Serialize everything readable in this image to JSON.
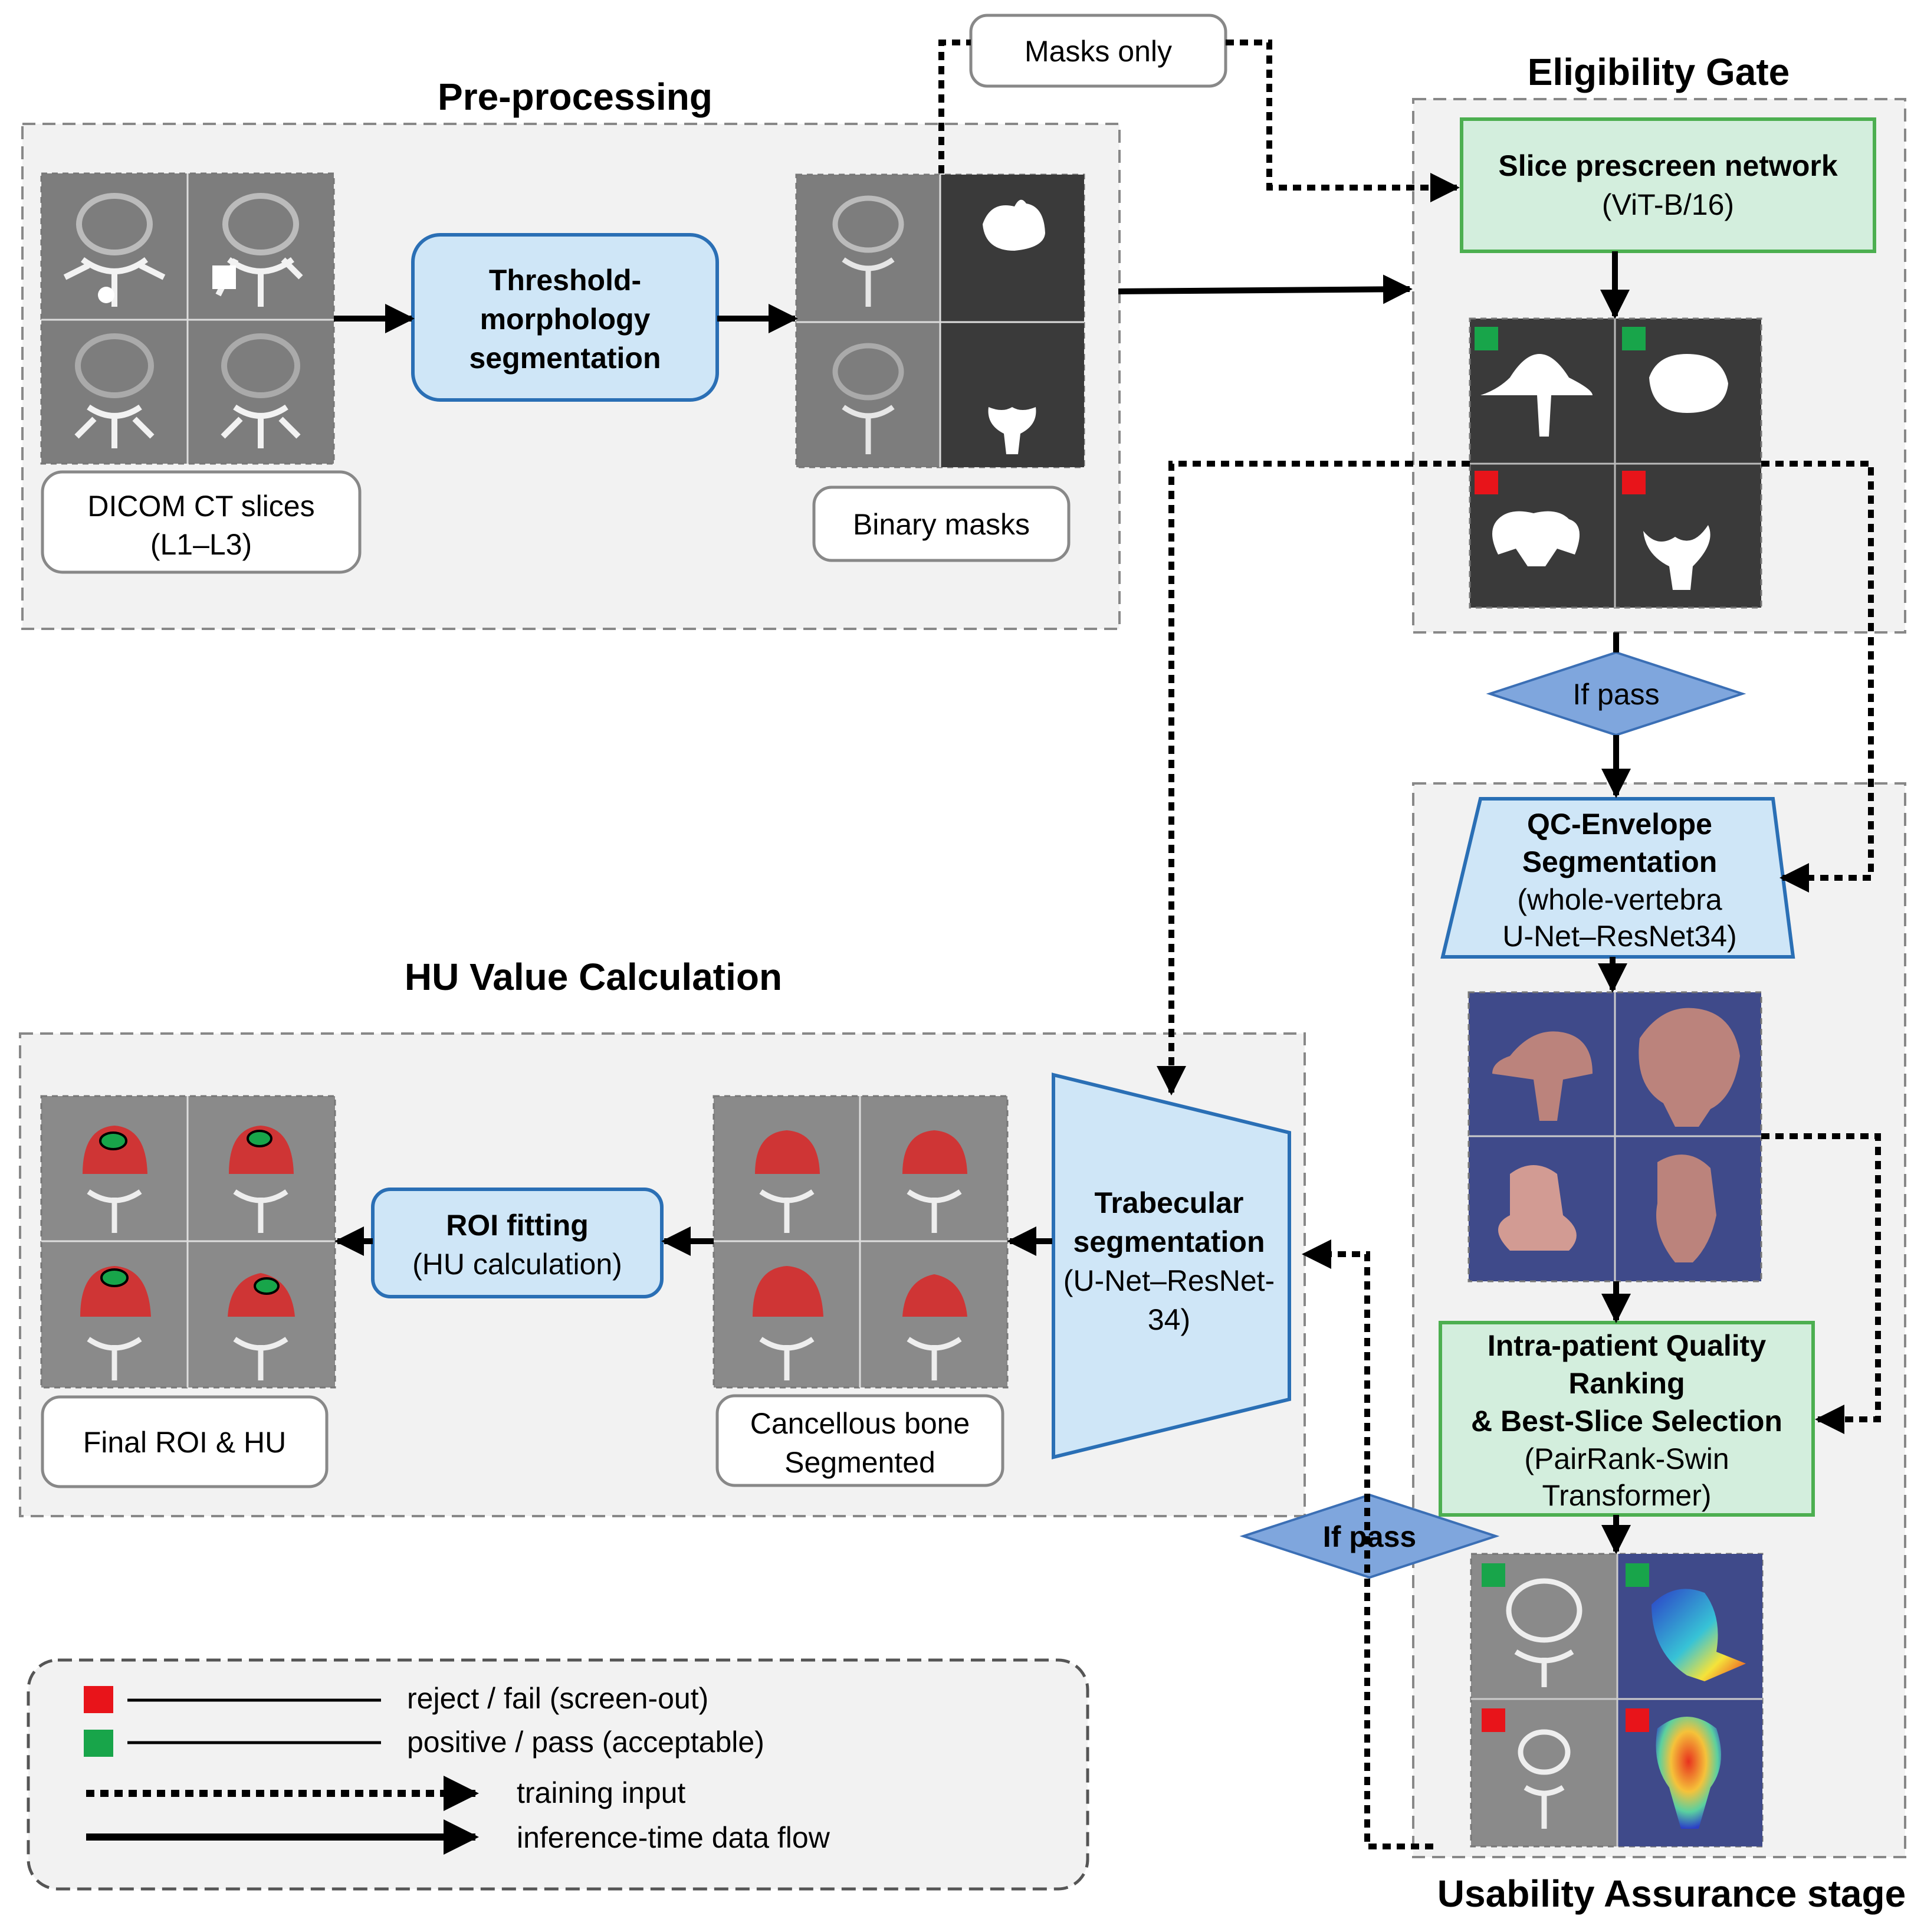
{
  "sections": {
    "preprocessing": "Pre-processing",
    "eligibility": "Eligibility Gate",
    "hu": "HU Value Calculation",
    "usability": "Usability Assurance stage"
  },
  "nodes": {
    "masks_only": "Masks only",
    "threshold": [
      "Threshold-",
      "morphology",
      "segmentation"
    ],
    "dicom": [
      "DICOM CT slices",
      "(L1–L3)"
    ],
    "binary": "Binary masks",
    "prescreen": [
      "Slice prescreen network",
      "(ViT-B/16)"
    ],
    "if_pass_1": "If pass",
    "qc": [
      "QC-Envelope",
      "Segmentation",
      "(whole-vertebra",
      "U-Net–ResNet34)"
    ],
    "ranking": [
      "Intra-patient Quality",
      "Ranking",
      "& Best-Slice Selection",
      "(PairRank-Swin",
      "Transformer)"
    ],
    "if_pass_2": "If pass",
    "trabecular": [
      "Trabecular",
      "segmentation",
      "(U-Net–ResNet-",
      "34)"
    ],
    "roi": [
      "ROI fitting",
      "(HU calculation)"
    ],
    "final": "Final ROI & HU",
    "cancellous": [
      "Cancellous bone",
      "Segmented"
    ]
  },
  "legend": {
    "reject": "reject / fail (screen-out)",
    "positive": "positive / pass (acceptable)",
    "training": "training input",
    "inference": "inference-time data flow"
  },
  "colors": {
    "reject": "#e8141a",
    "pass": "#18a54a",
    "blue_box": "#cfe6f7",
    "blue_stroke": "#2a6fb5",
    "green_box": "#d3eedd",
    "green_stroke": "#4caf50",
    "diamond": "#7fa6dd",
    "panel": "#f2f2f2",
    "overlay_red": "#d62b2b"
  }
}
